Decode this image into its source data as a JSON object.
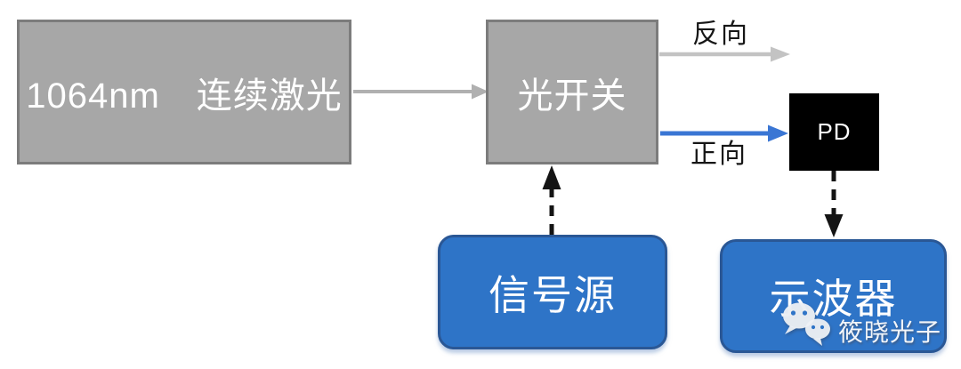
{
  "nodes": {
    "laser": "1064nm　连续激光",
    "switch": "光开关",
    "pd": "PD",
    "signal": "信号源",
    "scope": "示波器"
  },
  "edges": {
    "reverse": "反向",
    "forward": "正向"
  },
  "watermark": {
    "icon": "wechat-icon",
    "text": "筱晓光子"
  },
  "colors": {
    "box-gray": "#a7a7a7",
    "box-gray-border": "#7c7c7c",
    "box-blue": "#2e74c7",
    "box-blue-border": "#2a5795",
    "pd-black": "#000000",
    "arrow-gray": "#b0b0b0",
    "arrow-light-gray": "#c3c3c3",
    "arrow-blue": "#3a76d4",
    "arrow-black": "#141414",
    "label-text": "#161616",
    "node-text": "#ffffff"
  }
}
